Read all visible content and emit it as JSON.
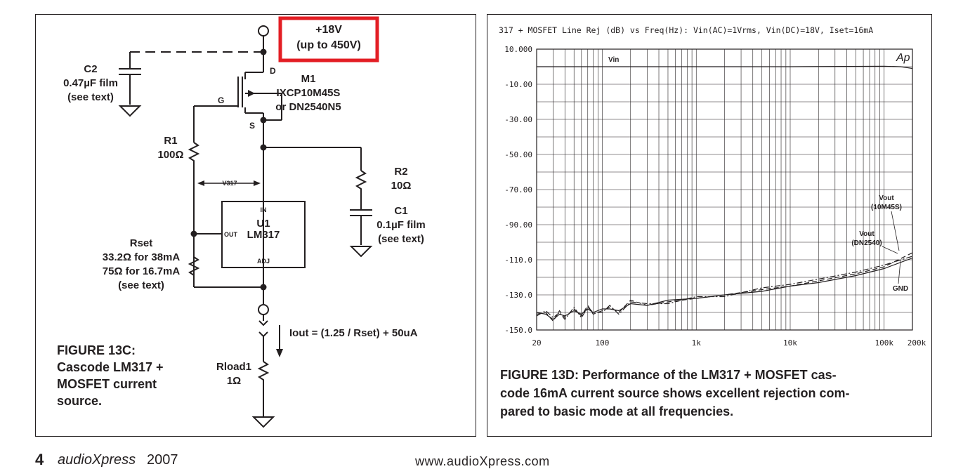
{
  "left_figure": {
    "supply": {
      "line1": "+18V",
      "line2": "(up to 450V)",
      "highlight_color": "#e31e24"
    },
    "c2": {
      "name": "C2",
      "value": "0.47µF film",
      "note": "(see text)"
    },
    "m1": {
      "name": "M1",
      "part1": "IXCP10M45S",
      "part2": "or DN2540N5"
    },
    "pins": {
      "d": "D",
      "g": "G",
      "s": "S"
    },
    "r1": {
      "name": "R1",
      "value": "100Ω"
    },
    "v317": "V317",
    "r2": {
      "name": "R2",
      "value": "10Ω"
    },
    "c1": {
      "name": "C1",
      "value": "0.1µF film",
      "note": "(see text)"
    },
    "u1": {
      "name": "U1",
      "part": "LM317",
      "in": "IN",
      "out": "OUT",
      "adj": "ADJ"
    },
    "rset": {
      "name": "Rset",
      "line1": "33.2Ω for 38mA",
      "line2": "75Ω for 16.7mA",
      "note": "(see text)"
    },
    "iout": "Iout  = (1.25 / Rset) + 50uA",
    "rload": {
      "name": "Rload1",
      "value": "1Ω"
    },
    "caption": {
      "line1": "FIGURE 13C:",
      "line2": "Cascode LM317 +",
      "line3": "MOSFET current",
      "line4": "source."
    }
  },
  "right_figure": {
    "caption": {
      "line1": "FIGURE 13D: Performance of the LM317 + MOSFET cas-",
      "line2": "code 16mA current source shows excellent rejection com-",
      "line3": "pared to basic mode at all frequencies."
    }
  },
  "chart_data": {
    "type": "line",
    "title": "317 + MOSFET Line Rej (dB) vs Freq(Hz): Vin(AC)=1Vrms, Vin(DC)=18V, Iset=16mA",
    "xscale": "log",
    "xlim": [
      20,
      200000
    ],
    "ylim": [
      -150,
      10
    ],
    "yticks": [
      "10.000",
      "-10.00",
      "-30.00",
      "-50.00",
      "-70.00",
      "-90.00",
      "-110.0",
      "-130.0",
      "-150.0"
    ],
    "xticks": [
      "20",
      "100",
      "1k",
      "10k",
      "100k",
      "200k"
    ],
    "brand": "Ap",
    "grid": true,
    "series": [
      {
        "name": "Vin",
        "style": "solid",
        "x": [
          20,
          100,
          1000,
          10000,
          100000,
          150000,
          200000
        ],
        "y": [
          0,
          0,
          0,
          0,
          0.3,
          0,
          -1
        ]
      },
      {
        "name": "Vout (10M45S)",
        "style": "dashed",
        "x": [
          20,
          25,
          30,
          35,
          40,
          50,
          60,
          70,
          80,
          100,
          120,
          150,
          200,
          300,
          500,
          1000,
          2000,
          5000,
          10000,
          20000,
          50000,
          100000,
          200000
        ],
        "y": [
          -141,
          -140,
          -145,
          -139,
          -143,
          -138,
          -142,
          -136,
          -141,
          -139,
          -137,
          -140,
          -133,
          -136,
          -134,
          -132,
          -130,
          -127,
          -125,
          -122,
          -118,
          -114,
          -106
        ]
      },
      {
        "name": "Vout (DN2540)",
        "style": "dashdot",
        "x": [
          20,
          25,
          30,
          35,
          40,
          50,
          60,
          70,
          80,
          100,
          120,
          150,
          200,
          300,
          500,
          1000,
          2000,
          5000,
          10000,
          20000,
          50000,
          100000,
          200000
        ],
        "y": [
          -142,
          -139,
          -143,
          -140,
          -144,
          -137,
          -143,
          -137,
          -140,
          -140,
          -136,
          -141,
          -134,
          -135,
          -135,
          -131,
          -131,
          -126,
          -124,
          -121,
          -117,
          -113,
          -108
        ]
      },
      {
        "name": "GND",
        "style": "solid",
        "x": [
          20,
          25,
          30,
          35,
          40,
          50,
          60,
          70,
          80,
          100,
          120,
          150,
          200,
          300,
          500,
          1000,
          2000,
          5000,
          10000,
          20000,
          50000,
          100000,
          200000
        ],
        "y": [
          -140,
          -141,
          -144,
          -141,
          -142,
          -139,
          -141,
          -138,
          -140,
          -138,
          -138,
          -139,
          -135,
          -136,
          -133,
          -132,
          -130,
          -128,
          -125,
          -123,
          -119,
          -115,
          -109
        ]
      }
    ],
    "annotations": [
      "Vin",
      "Vout",
      "(10M45S)",
      "Vout",
      "(DN2540)",
      "GND"
    ]
  },
  "footer": {
    "page": "4",
    "publication": "audioXpress",
    "year": "2007",
    "url": "www.audioXpress.com"
  }
}
